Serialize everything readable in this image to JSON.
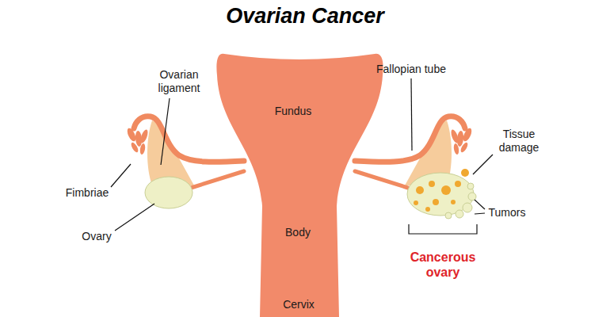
{
  "diagram": {
    "title": "Ovarian Cancer",
    "labels": [
      "Ovarian ligament",
      "Fallopian tube",
      "Fundus",
      "Tissue damage",
      "Fimbriae",
      "Ovary",
      "Tumors",
      "Body",
      "Cancerous ovary",
      "Cervix"
    ]
  }
}
